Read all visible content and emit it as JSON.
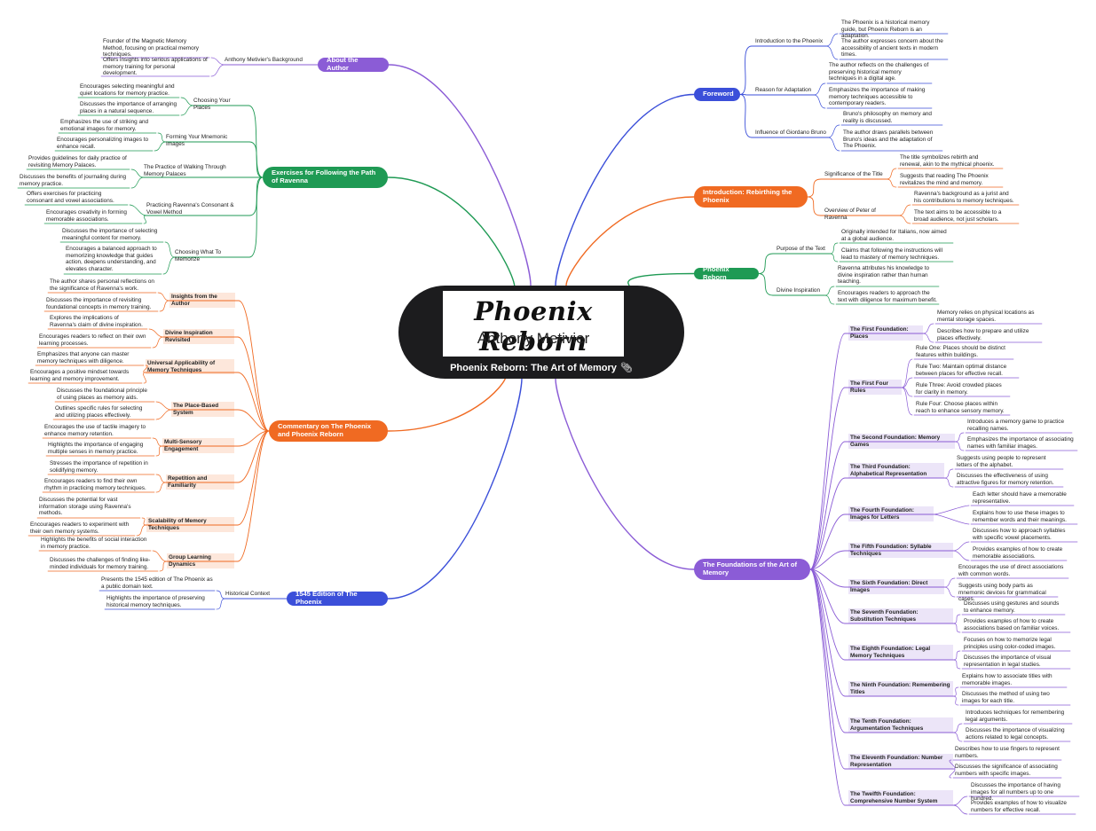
{
  "central": {
    "logo_title": "Phoenix Reborn",
    "logo_author": "Anthony Metivier",
    "title": "Phoenix Reborn: The Art of Memory",
    "attachment_icon": "paperclip-icon"
  },
  "colors": {
    "purple": "#8b5cd6",
    "orange": "#f06a22",
    "green": "#1f9a54",
    "blue": "#3b4fd9",
    "hub": "#1c1c1e"
  },
  "branches": [
    {
      "label": "About the Author",
      "color": "purple",
      "children": [
        {
          "label": "Anthony Metivier's Background",
          "details": [
            "Founder of the Magnetic Memory Method, focusing on practical memory techniques.",
            "Offers insights into serious applications of memory training for personal development."
          ]
        }
      ]
    },
    {
      "label": "Exercises for Following the Path of Ravenna",
      "color": "green",
      "children": [
        {
          "label": "Choosing Your Places",
          "details": [
            "Encourages selecting meaningful and quiet locations for memory practice.",
            "Discusses the importance of arranging places in a natural sequence."
          ]
        },
        {
          "label": "Forming Your Mnemonic Images",
          "details": [
            "Emphasizes the use of striking and emotional images for memory.",
            "Encourages personalizing images to enhance recall."
          ]
        },
        {
          "label": "The Practice of Walking Through Memory Palaces",
          "details": [
            "Provides guidelines for daily practice of revisiting Memory Palaces.",
            "Discusses the benefits of journaling during memory practice."
          ]
        },
        {
          "label": "Practicing Ravenna's Consonant & Vowel Method",
          "details": [
            "Offers exercises for practicing consonant and vowel associations.",
            "Encourages creativity in forming memorable associations."
          ]
        },
        {
          "label": "Choosing What To Memorize",
          "details": [
            "Discusses the importance of selecting meaningful content for memory.",
            "Encourages a balanced approach to memorizing knowledge that guides action, deepens understanding, and elevates character."
          ]
        }
      ]
    },
    {
      "label": "Commentary on The Phoenix and Phoenix Reborn",
      "color": "orange",
      "children": [
        {
          "label": "Insights from the Author",
          "details": [
            "The author shares personal reflections on the significance of Ravenna's work.",
            "Discusses the importance of revisiting foundational concepts in memory training."
          ]
        },
        {
          "label": "Divine Inspiration Revisited",
          "details": [
            "Explores the implications of Ravenna's claim of divine inspiration.",
            "Encourages readers to reflect on their own learning processes."
          ]
        },
        {
          "label": "Universal Applicability of Memory Techniques",
          "details": [
            "Emphasizes that anyone can master memory techniques with diligence.",
            "Encourages a positive mindset towards learning and memory improvement."
          ]
        },
        {
          "label": "The Place-Based System",
          "details": [
            "Discusses the foundational principle of using places as memory aids.",
            "Outlines specific rules for selecting and utilizing places effectively."
          ]
        },
        {
          "label": "Multi-Sensory Engagement",
          "details": [
            "Encourages the use of tactile imagery to enhance memory retention.",
            "Highlights the importance of engaging multiple senses in memory practice."
          ]
        },
        {
          "label": "Repetition and Familiarity",
          "details": [
            "Stresses the importance of repetition in solidifying memory.",
            "Encourages readers to find their own rhythm in practicing memory techniques."
          ]
        },
        {
          "label": "Scalability of Memory Techniques",
          "details": [
            "Discusses the potential for vast information storage using Ravenna's methods.",
            "Encourages readers to experiment with their own memory systems."
          ]
        },
        {
          "label": "Group Learning Dynamics",
          "details": [
            "Highlights the benefits of social interaction in memory practice.",
            "Discusses the challenges of finding like-minded individuals for memory training."
          ]
        }
      ]
    },
    {
      "label": "1545 Edition of The Phoenix",
      "color": "blue",
      "children": [
        {
          "label": "Historical Context",
          "details": [
            "Presents the 1545 edition of The Phoenix as a public domain text.",
            "Highlights the importance of preserving historical memory techniques."
          ]
        }
      ]
    },
    {
      "label": "Foreword",
      "color": "blue",
      "children": [
        {
          "label": "Introduction to the Phoenix",
          "details": [
            "The Phoenix is a historical memory guide, but Phoenix Reborn is an adaptation.",
            "The author expresses concern about the accessibility of ancient texts in modern times."
          ]
        },
        {
          "label": "Reason for Adaptation",
          "details": [
            "The author reflects on the challenges of preserving historical memory techniques in a digital age.",
            "Emphasizes the importance of making memory techniques accessible to contemporary readers."
          ]
        },
        {
          "label": "Influence of Giordano Bruno",
          "details": [
            "Bruno's philosophy on memory and reality is discussed.",
            "The author draws parallels between Bruno's ideas and the adaptation of The Phoenix."
          ]
        }
      ]
    },
    {
      "label": "Introduction: Rebirthing the Phoenix",
      "color": "orange",
      "children": [
        {
          "label": "Significance of the Title",
          "details": [
            "The title symbolizes rebirth and renewal, akin to the mythical phoenix.",
            "Suggests that reading The Phoenix revitalizes the mind and memory."
          ]
        },
        {
          "label": "Overview of Peter of Ravenna",
          "details": [
            "Ravenna's background as a jurist and his contributions to memory techniques.",
            "The text aims to be accessible to a broad audience, not just scholars."
          ]
        }
      ]
    },
    {
      "label": "Phoenix Reborn",
      "color": "green",
      "children": [
        {
          "label": "Purpose of the Text",
          "details": [
            "Originally intended for Italians, now aimed at a global audience.",
            "Claims that following the instructions will lead to mastery of memory techniques."
          ]
        },
        {
          "label": "Divine Inspiration",
          "details": [
            "Ravenna attributes his knowledge to divine inspiration rather than human teaching.",
            "Encourages readers to approach the text with diligence for maximum benefit."
          ]
        }
      ]
    },
    {
      "label": "The Foundations of the Art of Memory",
      "color": "purple",
      "children": [
        {
          "label": "The First Foundation: Places",
          "details": [
            "Memory relies on physical locations as mental storage spaces.",
            "Describes how to prepare and utilize places effectively."
          ]
        },
        {
          "label": "The First Four Rules",
          "details": [
            "Rule One: Places should be distinct features within buildings.",
            "Rule Two: Maintain optimal distance between places for effective recall.",
            "Rule Three: Avoid crowded places for clarity in memory.",
            "Rule Four: Choose places within reach to enhance sensory memory."
          ]
        },
        {
          "label": "The Second Foundation: Memory Games",
          "details": [
            "Introduces a memory game to practice recalling names.",
            "Emphasizes the importance of associating names with familiar images."
          ]
        },
        {
          "label": "The Third Foundation: Alphabetical Representation",
          "details": [
            "Suggests using people to represent letters of the alphabet.",
            "Discusses the effectiveness of using attractive figures for memory retention."
          ]
        },
        {
          "label": "The Fourth Foundation: Images for Letters",
          "details": [
            "Each letter should have a memorable representative.",
            "Explains how to use these images to remember words and their meanings."
          ]
        },
        {
          "label": "The Fifth Foundation: Syllable Techniques",
          "details": [
            "Discusses how to approach syllables with specific vowel placements.",
            "Provides examples of how to create memorable associations."
          ]
        },
        {
          "label": "The Sixth Foundation: Direct Images",
          "details": [
            "Encourages the use of direct associations with common words.",
            "Suggests using body parts as mnemonic devices for grammatical cases."
          ]
        },
        {
          "label": "The Seventh Foundation: Substitution Techniques",
          "details": [
            "Discusses using gestures and sounds to enhance memory.",
            "Provides examples of how to create associations based on familiar voices."
          ]
        },
        {
          "label": "The Eighth Foundation: Legal Memory Techniques",
          "details": [
            "Focuses on how to memorize legal principles using color-coded images.",
            "Discusses the importance of visual representation in legal studies."
          ]
        },
        {
          "label": "The Ninth Foundation: Remembering Titles",
          "details": [
            "Explains how to associate titles with memorable images.",
            "Discusses the method of using two images for each title."
          ]
        },
        {
          "label": "The Tenth Foundation: Argumentation Techniques",
          "details": [
            "Introduces techniques for remembering legal arguments.",
            "Discusses the importance of visualizing actions related to legal concepts."
          ]
        },
        {
          "label": "The Eleventh Foundation: Number Representation",
          "details": [
            "Describes how to use fingers to represent numbers.",
            "Discusses the significance of associating numbers with specific images."
          ]
        },
        {
          "label": "The Twelfth Foundation: Comprehensive Number System",
          "details": [
            "Discusses the importance of having images for all numbers up to one hundred.",
            "Provides examples of how to visualize numbers for effective recall."
          ]
        }
      ]
    }
  ]
}
